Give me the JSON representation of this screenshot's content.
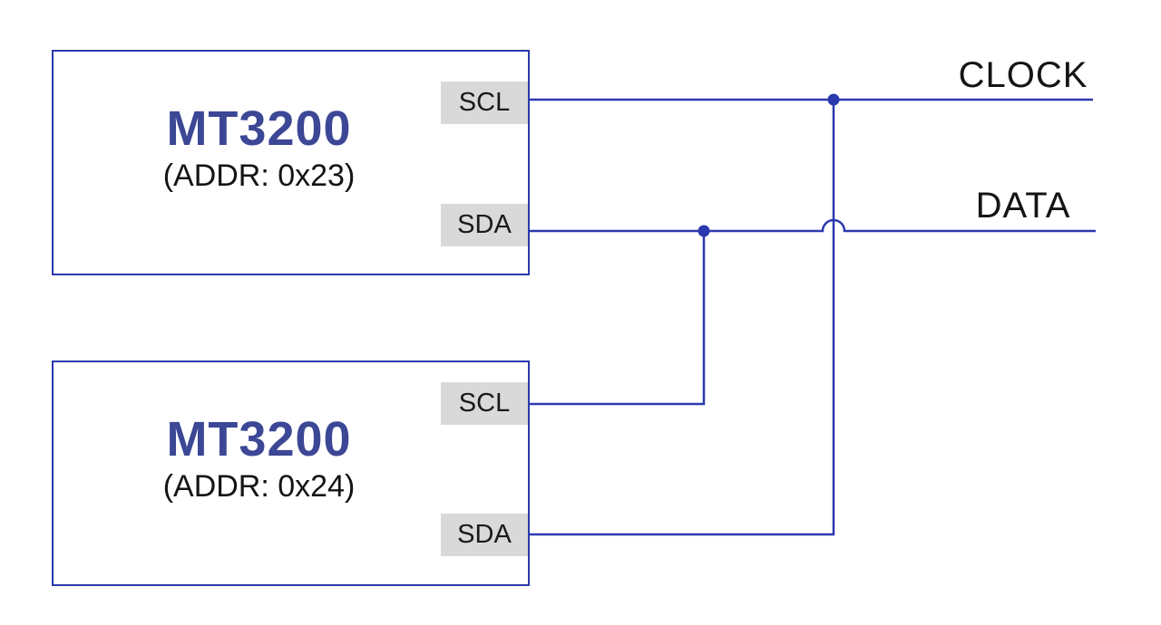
{
  "diagram": {
    "bus": {
      "clock_label": "CLOCK",
      "data_label": "DATA"
    },
    "devices": [
      {
        "name": "MT3200",
        "address": "(ADDR: 0x23)",
        "pins": [
          "SCL",
          "SDA"
        ]
      },
      {
        "name": "MT3200",
        "address": "(ADDR: 0x24)",
        "pins": [
          "SCL",
          "SDA"
        ]
      }
    ],
    "colors": {
      "wire_blue": "#2b39ae",
      "device_name_blue": "#3c4795",
      "pin_background_gray": "#d9d9d9",
      "text_black": "#141414"
    }
  }
}
